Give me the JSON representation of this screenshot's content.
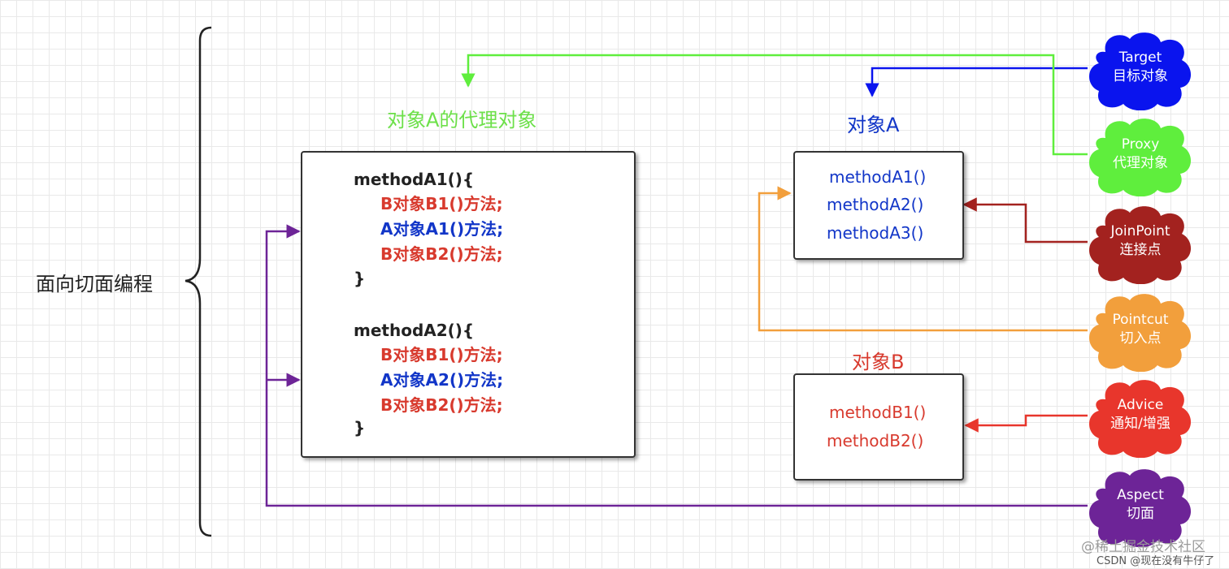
{
  "main_label": "面向切面编程",
  "proxy": {
    "title": "对象A的代理对象",
    "method_a1": {
      "header": "methodA1(){",
      "lines": [
        "B对象B1()方法;",
        "A对象A1()方法;",
        "B对象B2()方法;"
      ],
      "close": "}"
    },
    "method_a2": {
      "header": "methodA2(){",
      "lines": [
        "B对象B1()方法;",
        "A对象A2()方法;",
        "B对象B2()方法;"
      ],
      "close": "}"
    }
  },
  "object_a": {
    "title": "对象A",
    "methods": [
      "methodA1()",
      "methodA2()",
      "methodA3()"
    ]
  },
  "object_b": {
    "title": "对象B",
    "methods": [
      "methodB1()",
      "methodB2()"
    ]
  },
  "legend": [
    {
      "name": "Target",
      "cn": "目标对象",
      "color": "#0a14ee"
    },
    {
      "name": "Proxy",
      "cn": "代理对象",
      "color": "#5fee3d"
    },
    {
      "name": "JoinPoint",
      "cn": "连接点",
      "color": "#a3221f"
    },
    {
      "name": "Pointcut",
      "cn": "切入点",
      "color": "#f29f3c"
    },
    {
      "name": "Advice",
      "cn": "通知/增强",
      "color": "#e8362c"
    },
    {
      "name": "Aspect",
      "cn": "切面",
      "color": "#6d2497"
    }
  ],
  "colors": {
    "title_green": "#6de04a",
    "blue_text": "#1236c8",
    "red_text": "#d83a2e",
    "dark_text": "#222222"
  },
  "watermark": {
    "line1": "@稀土掘金技术社区",
    "line2": "CSDN @现在没有牛仔了"
  }
}
